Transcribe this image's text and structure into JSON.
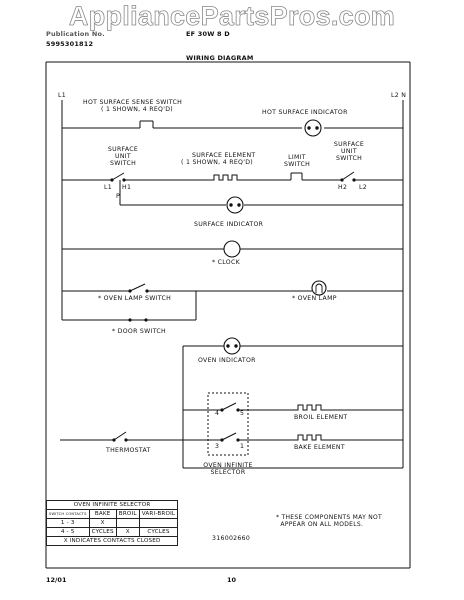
{
  "header": {
    "publication_label": "Publication No.",
    "publication_number": "5995301812",
    "model": "EF 30W 8 D",
    "title": "WIRING DIAGRAM",
    "watermark": "AppliancePartsPros.com"
  },
  "lines": {
    "left": "L1",
    "right": "L2 N"
  },
  "labels": {
    "hot_surface_sense_switch": "HOT SURFACE SENSE SWITCH",
    "shown_4_reqd_a": "( 1 SHOWN, 4 REQ'D)",
    "hot_surface_indicator": "HOT SURFACE INDICATOR",
    "surface_unit_switch_left": "SURFACE\nUNIT\nSWITCH",
    "surface_element": "SURFACE ELEMENT",
    "shown_4_reqd_b": "( 1 SHOWN, 4 REQ'D)",
    "limit_switch": "LIMIT\nSWITCH",
    "surface_unit_switch_right": "SURFACE\nUNIT\nSWITCH",
    "term_l1": "L1",
    "term_h1": "H1",
    "term_p": "P",
    "term_h2": "H2",
    "term_l2": "L2",
    "surface_indicator": "SURFACE INDICATOR",
    "clock": "* CLOCK",
    "oven_lamp_switch": "* OVEN LAMP SWITCH",
    "oven_lamp": "* OVEN LAMP",
    "door_switch": "* DOOR SWITCH",
    "oven_indicator": "OVEN INDICATOR",
    "broil_element": "BROIL ELEMENT",
    "bake_element": "BAKE ELEMENT",
    "thermostat": "THERMOSTAT",
    "oven_infinite_selector": "OVEN INFINITE\nSELECTOR",
    "contact_4": "4",
    "contact_5": "5",
    "contact_3": "3",
    "contact_1": "1"
  },
  "selector_table": {
    "title": "OVEN INFINITE SELECTOR",
    "headers": [
      "SWITCH CONTACTS",
      "BAKE",
      "BROIL",
      "VARI-BROIL"
    ],
    "rows": [
      [
        "1 - 3",
        "X",
        "",
        ""
      ],
      [
        "4 - 5",
        "CYCLES",
        "X",
        "CYCLES"
      ]
    ],
    "footnote": "X INDICATES CONTACTS CLOSED"
  },
  "note": "* THESE COMPONENTS MAY NOT\n  APPEAR ON ALL MODELS.",
  "part_number": "316002660",
  "footer": {
    "date": "12/01",
    "page": "10"
  }
}
